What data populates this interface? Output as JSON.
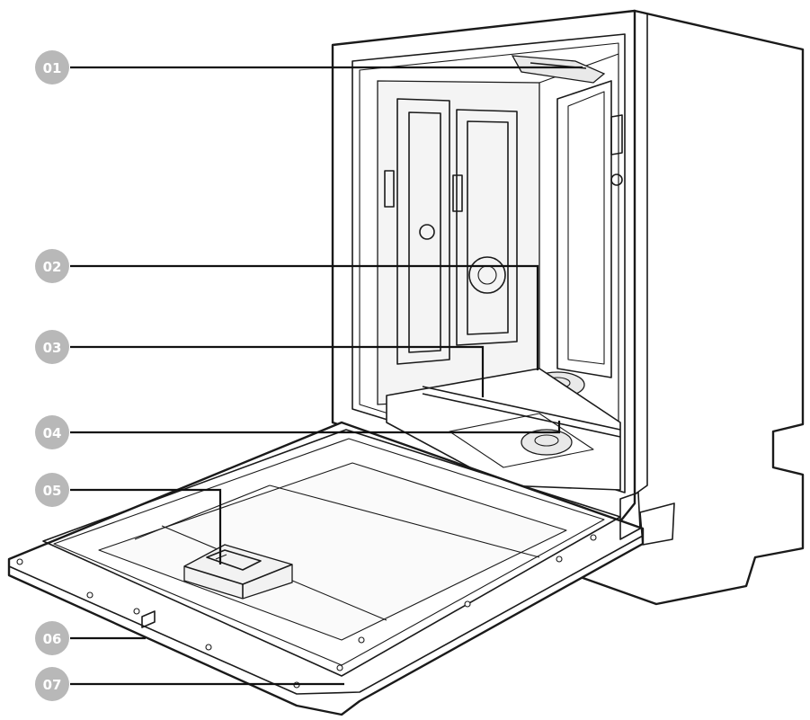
{
  "callouts": [
    {
      "label": "01"
    },
    {
      "label": "02"
    },
    {
      "label": "03"
    },
    {
      "label": "04"
    },
    {
      "label": "05"
    },
    {
      "label": "06"
    },
    {
      "label": "07"
    }
  ]
}
